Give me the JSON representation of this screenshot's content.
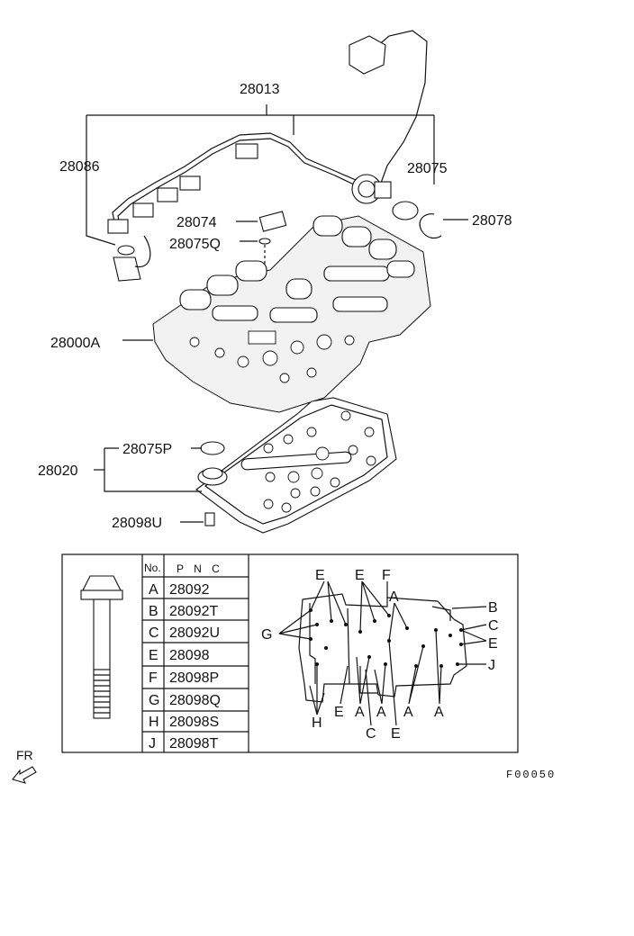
{
  "callouts": {
    "harness_assy": "28013",
    "harness_left": "28086",
    "sensor_right": "28075",
    "clip_28074": "28074",
    "ring_28078": "28078",
    "oring_q": "28075Q",
    "valve_body": "28000A",
    "oring_p": "28075P",
    "oil_pan_strainer": "28020",
    "bolt_28098u": "28098U"
  },
  "table": {
    "header_no": "No.",
    "header_pnc": "P N C",
    "rows": [
      {
        "no": "A",
        "pnc": "28092"
      },
      {
        "no": "B",
        "pnc": "28092T"
      },
      {
        "no": "C",
        "pnc": "28092U"
      },
      {
        "no": "E",
        "pnc": "28098"
      },
      {
        "no": "F",
        "pnc": "28098P"
      },
      {
        "no": "G",
        "pnc": "28098Q"
      },
      {
        "no": "H",
        "pnc": "28098S"
      },
      {
        "no": "J",
        "pnc": "28098T"
      }
    ]
  },
  "bolt_map_letters": {
    "top": [
      "E",
      "E",
      "F",
      "A"
    ],
    "right": [
      "B",
      "C",
      "E",
      "J"
    ],
    "left": [
      "G"
    ],
    "bottom": [
      "H",
      "E",
      "A",
      "A",
      "A",
      "A",
      "C",
      "E"
    ]
  },
  "front_label": "FR",
  "diagram_code": "F00050"
}
